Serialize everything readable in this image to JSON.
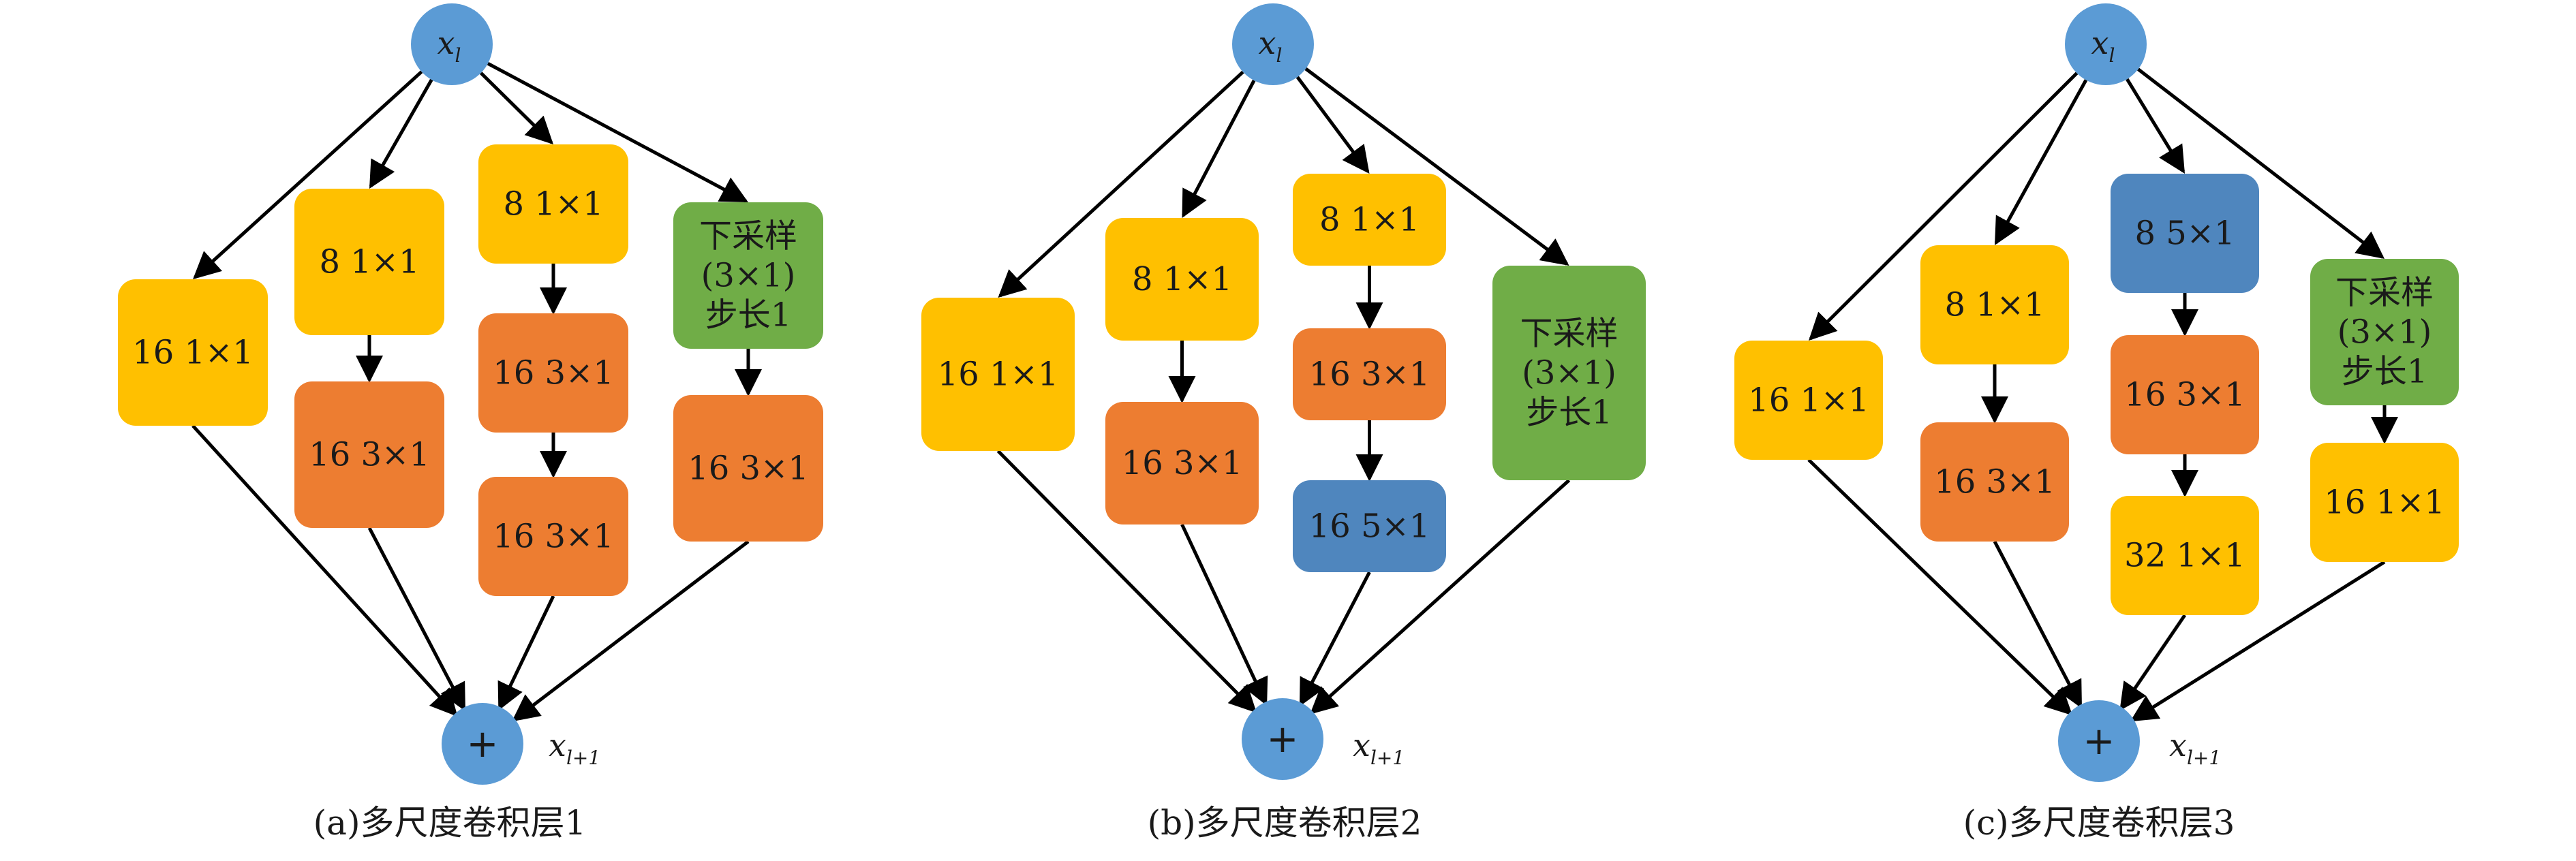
{
  "colors": {
    "yellow": "#FFC000",
    "orange": "#ED7D31",
    "blue_box": "#4F86BE",
    "green": "#70AD47",
    "node": "#5B9BD5",
    "arrow": "#000000"
  },
  "diagrams": [
    {
      "caption": "(a)多尺度卷积层1",
      "input_node": {
        "main": "x",
        "sub": "l"
      },
      "sum_node": {
        "symbol": "+"
      },
      "output_label": {
        "main": "x",
        "sub": "l+1"
      },
      "branches": [
        [
          {
            "lines": [
              "16 1×1"
            ],
            "color": "yellow"
          }
        ],
        [
          {
            "lines": [
              "8 1×1"
            ],
            "color": "yellow"
          },
          {
            "lines": [
              "16 3×1"
            ],
            "color": "orange"
          }
        ],
        [
          {
            "lines": [
              "8 1×1"
            ],
            "color": "yellow"
          },
          {
            "lines": [
              "16 3×1"
            ],
            "color": "orange"
          },
          {
            "lines": [
              "16 3×1"
            ],
            "color": "orange"
          }
        ],
        [
          {
            "lines": [
              "下采样",
              "(3×1)",
              "步长1"
            ],
            "color": "green"
          },
          {
            "lines": [
              "16 3×1"
            ],
            "color": "orange"
          }
        ]
      ]
    },
    {
      "caption": "(b)多尺度卷积层2",
      "input_node": {
        "main": "x",
        "sub": "l"
      },
      "sum_node": {
        "symbol": "+"
      },
      "output_label": {
        "main": "x",
        "sub": "l+1"
      },
      "branches": [
        [
          {
            "lines": [
              "16 1×1"
            ],
            "color": "yellow"
          }
        ],
        [
          {
            "lines": [
              "8 1×1"
            ],
            "color": "yellow"
          },
          {
            "lines": [
              "16 3×1"
            ],
            "color": "orange"
          }
        ],
        [
          {
            "lines": [
              "8 1×1"
            ],
            "color": "yellow"
          },
          {
            "lines": [
              "16 3×1"
            ],
            "color": "orange"
          },
          {
            "lines": [
              "16 5×1"
            ],
            "color": "blue_box"
          }
        ],
        [
          {
            "lines": [
              "下采样",
              "(3×1)",
              "步长1"
            ],
            "color": "green"
          }
        ]
      ]
    },
    {
      "caption": "(c)多尺度卷积层3",
      "input_node": {
        "main": "x",
        "sub": "l"
      },
      "sum_node": {
        "symbol": "+"
      },
      "output_label": {
        "main": "x",
        "sub": "l+1"
      },
      "branches": [
        [
          {
            "lines": [
              "16 1×1"
            ],
            "color": "yellow"
          }
        ],
        [
          {
            "lines": [
              "8 1×1"
            ],
            "color": "yellow"
          },
          {
            "lines": [
              "16 3×1"
            ],
            "color": "orange"
          }
        ],
        [
          {
            "lines": [
              "8 5×1"
            ],
            "color": "blue_box"
          },
          {
            "lines": [
              "16 3×1"
            ],
            "color": "orange"
          },
          {
            "lines": [
              "32 1×1"
            ],
            "color": "yellow"
          }
        ],
        [
          {
            "lines": [
              "下采样",
              "(3×1)",
              "步长1"
            ],
            "color": "green"
          },
          {
            "lines": [
              "16 1×1"
            ],
            "color": "yellow"
          }
        ]
      ]
    }
  ]
}
